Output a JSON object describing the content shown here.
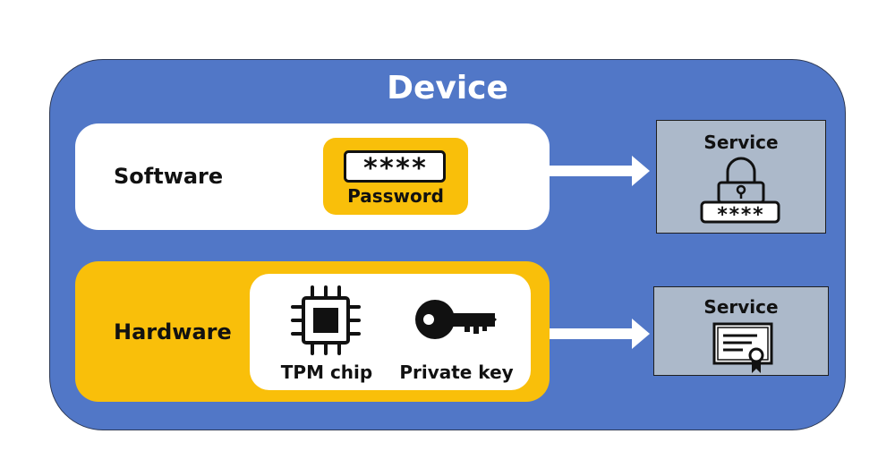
{
  "device": {
    "title": "Device"
  },
  "software": {
    "label": "Software",
    "password_caption": "Password",
    "password_mask": "****"
  },
  "hardware": {
    "label": "Hardware",
    "tpm_caption": "TPM chip",
    "key_caption": "Private key"
  },
  "services": [
    {
      "label": "Service",
      "icon": "padlock-password-icon",
      "mask": "****"
    },
    {
      "label": "Service",
      "icon": "certificate-icon"
    }
  ],
  "colors": {
    "device_bg": "#5177c7",
    "accent_yellow": "#f9bf0a",
    "service_bg": "#acb9ca"
  }
}
